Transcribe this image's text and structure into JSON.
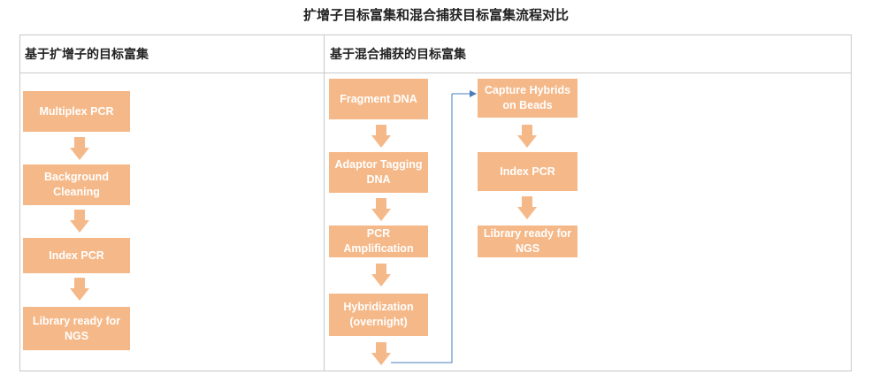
{
  "title": "扩增子目标富集和混合捕获目标富集流程对比",
  "colors": {
    "box_fill": "#f5b888",
    "box_text": "#ffffff",
    "arrow_fill": "#f5b888",
    "connector": "#4a7ebb",
    "border": "#c8c8c8"
  },
  "columns": {
    "amplicon": {
      "header": "基于扩增子的目标富集",
      "steps": [
        "Multiplex PCR",
        "Background Cleaning",
        "Index PCR",
        "Library ready for NGS"
      ]
    },
    "hybrid": {
      "header": "基于混合捕获的目标富集",
      "steps_left": [
        "Fragment DNA",
        "Adaptor Tagging DNA",
        "PCR Amplification",
        "Hybridization (overnight)"
      ],
      "steps_right": [
        "Capture Hybrids on Beads",
        "Index PCR",
        "Library ready for NGS"
      ]
    }
  }
}
